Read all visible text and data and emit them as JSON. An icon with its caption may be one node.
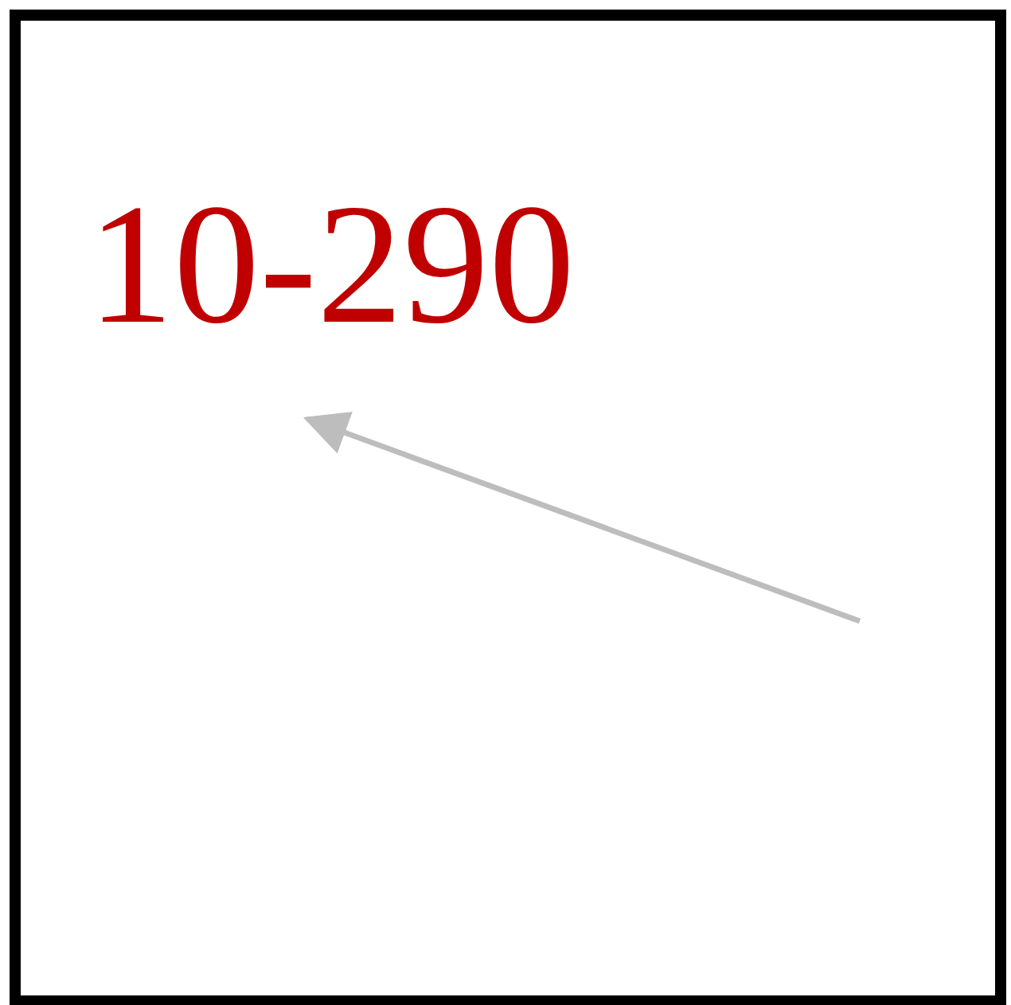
{
  "diagram": {
    "nodes": [
      {
        "text": [],
        "shape": "box"
      },
      {
        "text": [
          "10-290"
        ],
        "in": 0
      }
    ],
    "edges": [
      {
        "from": null,
        "to": 1,
        "arrow": "to",
        "color": "#bdbdbd"
      }
    ]
  }
}
